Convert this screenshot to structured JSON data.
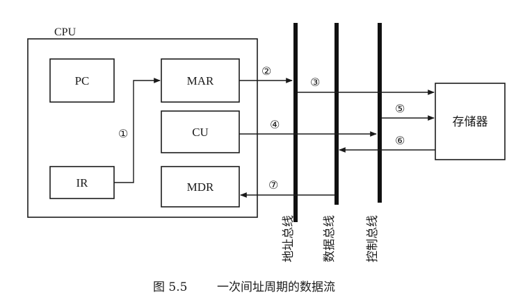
{
  "cpu": {
    "label": "CPU",
    "registers": {
      "pc": "PC",
      "ir": "IR",
      "mar": "MAR",
      "cu": "CU",
      "mdr": "MDR"
    }
  },
  "memory": {
    "label": "存储器"
  },
  "buses": {
    "address": "地址总线",
    "data": "数据总线",
    "control": "控制总线"
  },
  "steps": [
    "①",
    "②",
    "③",
    "④",
    "⑤",
    "⑥",
    "⑦"
  ],
  "caption": {
    "figure": "图 5.5",
    "title": "一次间址周期的数据流"
  }
}
